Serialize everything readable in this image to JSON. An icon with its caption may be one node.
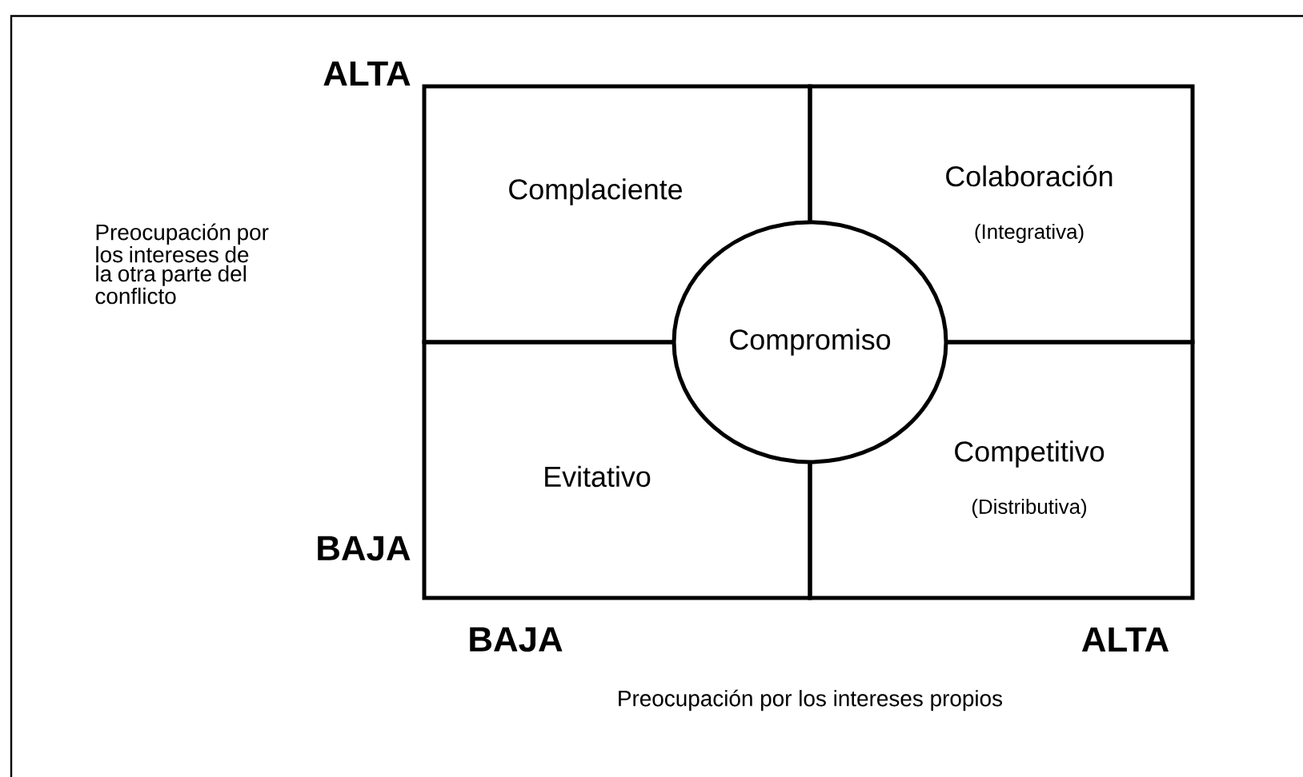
{
  "diagram": {
    "nodes": [
      {
        "text": [
          "Complaciente"
        ]
      },
      {
        "text": [
          "Colaboración",
          "(Integrativa)"
        ]
      },
      {
        "text": [
          "Compromiso"
        ]
      },
      {
        "text": [
          "Evitativo"
        ]
      },
      {
        "text": [
          "Competitivo",
          "(Distributiva)"
        ]
      }
    ],
    "labels": [
      "ALTA",
      "Preocupación por los intereses de la otra parte del conflicto",
      "BAJA",
      "BAJA",
      "ALTA",
      "Preocupación por los intereses propios"
    ]
  }
}
